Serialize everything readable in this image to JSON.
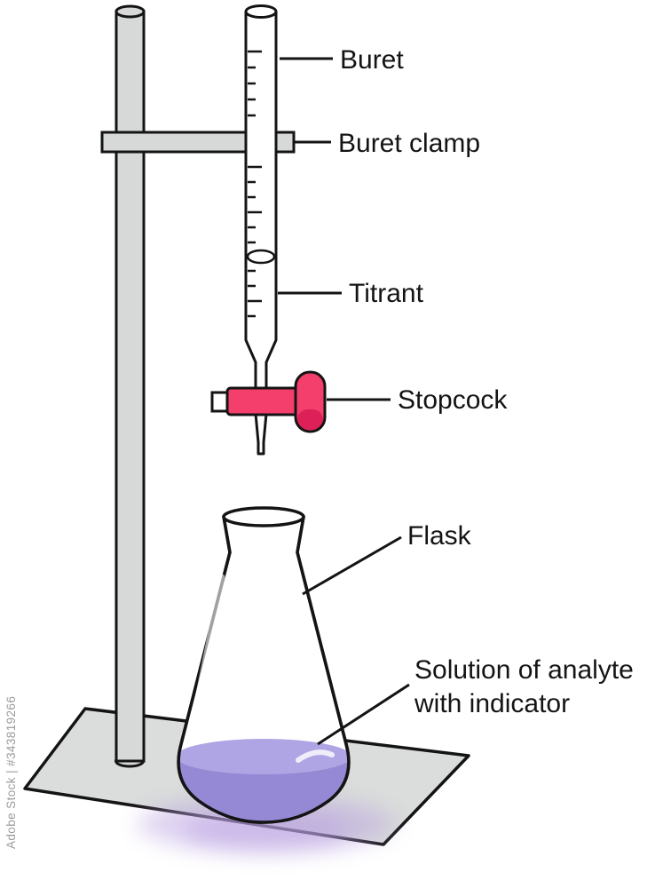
{
  "watermark": {
    "text": "Adobe Stock | #343819266"
  },
  "diagram": {
    "labels": {
      "buret": "Buret",
      "buret_clamp": "Buret clamp",
      "titrant": "Titrant",
      "stopcock": "Stopcock",
      "flask": "Flask",
      "solution_line1": "Solution of analyte",
      "solution_line2": "with indicator"
    }
  },
  "colors": {
    "outline": "#141414",
    "metal_gray": "#d6d9d7",
    "base_gray": "#dadddb",
    "stopcock_pink": "#f43e6c",
    "stopcock_pink_dark": "#dd2058",
    "solution_purple": "#9589d6",
    "solution_surface": "#b0a5e4",
    "glow_purple": "#b89fe0",
    "watermark_gray": "#9b9b9b"
  }
}
